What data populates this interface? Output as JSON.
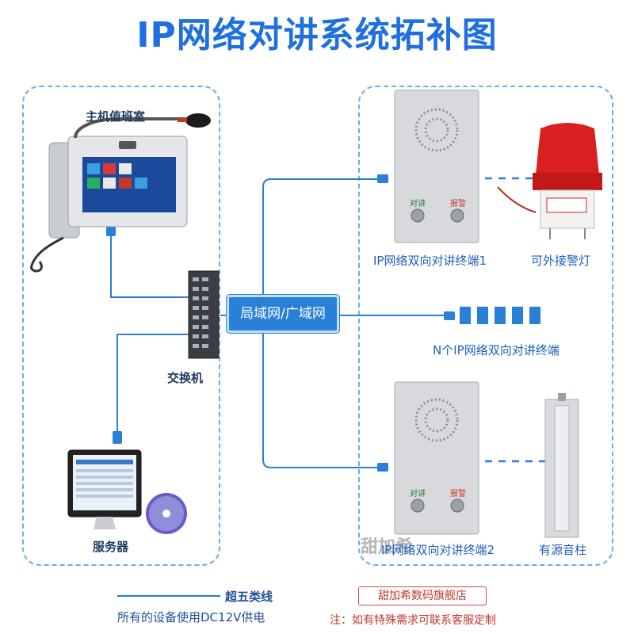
{
  "title": "IP网络对讲系统拓补图",
  "labels": {
    "host": "主机值班室",
    "switch": "交换机",
    "server": "服务器",
    "network": "局域网/广域网",
    "terminal1": "IP网络双向对讲终端1",
    "alarm_light": "可外接警灯",
    "n_terminals": "N个IP网络双向对讲终端",
    "terminal2": "IP网络双向对讲终端2",
    "speaker": "有源音柱",
    "btn_talk": "对讲",
    "btn_alarm": "报警"
  },
  "footer": {
    "legend": "超五类线",
    "power": "所有的设备使用DC12V供电",
    "shop": "甜加希数码旗舰店",
    "note": "注：如有特殊需求可联系客服定制"
  },
  "watermark": "甜加希",
  "colors": {
    "title": "#1e6fe0",
    "wire": "#2a7fd6",
    "dashed_border": "#6aaee6",
    "network_box": "#2a7fd6",
    "alarm_red": "#c0392b"
  }
}
